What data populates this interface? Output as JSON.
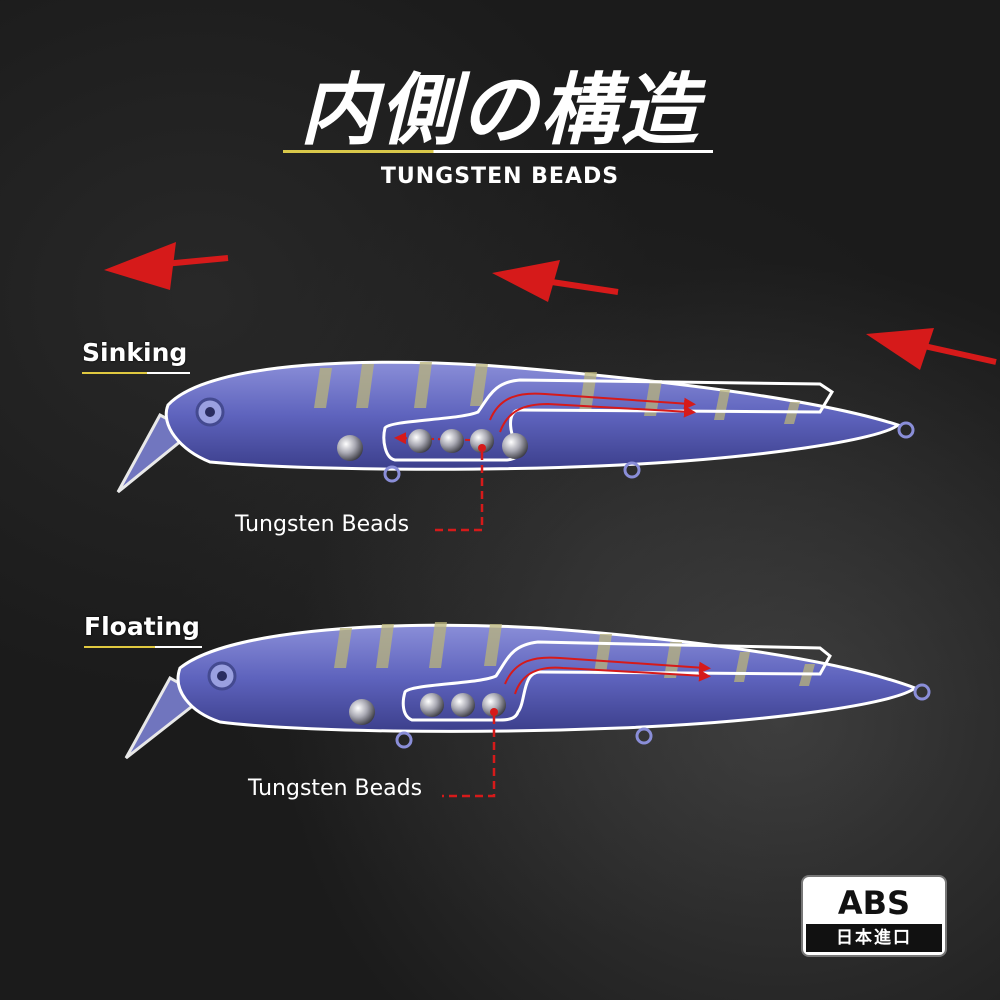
{
  "header": {
    "title": "内側の構造",
    "subtitle": "TUNGSTEN BEADS"
  },
  "lures": [
    {
      "label": "Sinking",
      "callout": "Tungsten Beads"
    },
    {
      "label": "Floating",
      "callout": "Tungsten Beads"
    }
  ],
  "badge": {
    "top": "ABS",
    "bottom": "日本進口"
  },
  "colors": {
    "accent_yellow": "#d9c84a",
    "arrow_red": "#d61a1a",
    "lure_body": "#6f74c8",
    "lure_stripe": "#b9b47a",
    "bead": "#c8c8d0"
  },
  "icons": [
    "direction-arrow-icon",
    "tungsten-bead-icon"
  ]
}
